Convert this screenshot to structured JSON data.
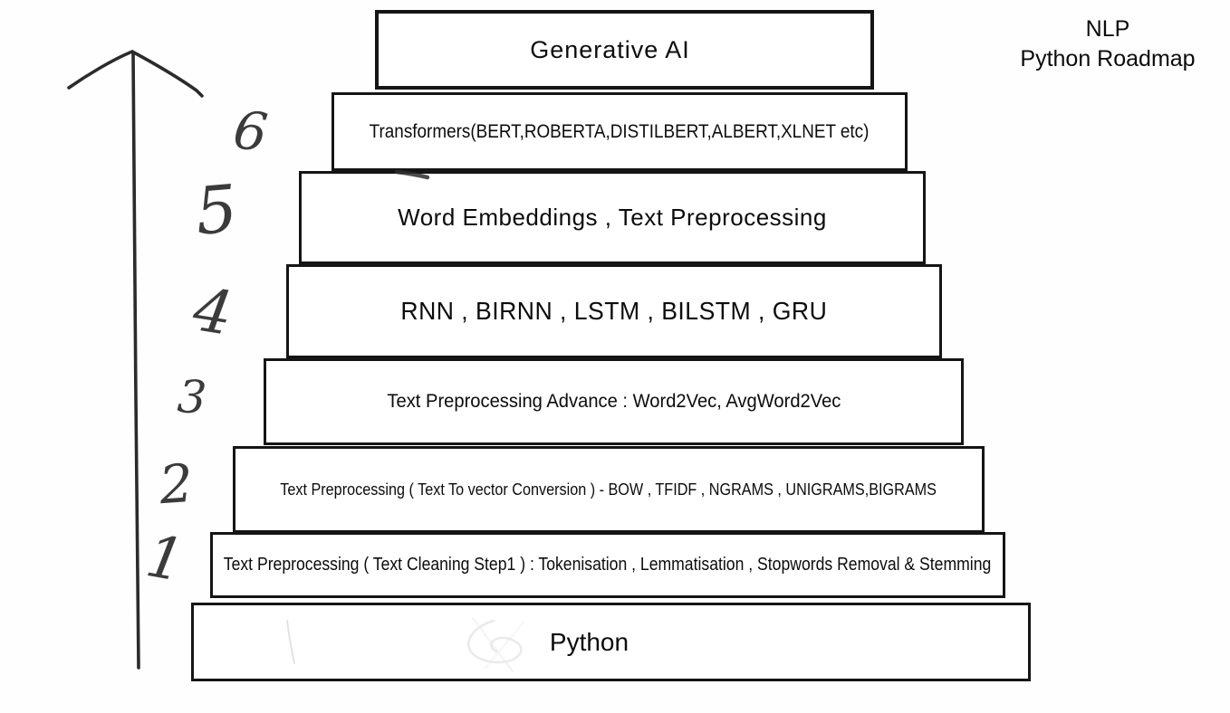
{
  "title": {
    "line1": "NLP",
    "line2": "Python Roadmap"
  },
  "pyramid": {
    "levels": [
      {
        "id": "generative-ai",
        "number": "",
        "label": "Generative AI"
      },
      {
        "id": "transformers",
        "number": "6",
        "label": "Transformers(BERT,ROBERTA,DISTILBERT,ALBERT,XLNET etc)"
      },
      {
        "id": "word-embeddings",
        "number": "5",
        "label": "Word Embeddings , Text Preprocessing"
      },
      {
        "id": "rnn-family",
        "number": "4",
        "label": "RNN , BIRNN , LSTM , BILSTM , GRU"
      },
      {
        "id": "text-preprocessing-advance",
        "number": "3",
        "label": "Text Preprocessing Advance : Word2Vec, AvgWord2Vec"
      },
      {
        "id": "text-to-vector",
        "number": "2",
        "label": "Text Preprocessing ( Text To vector Conversion ) - BOW , TFIDF , NGRAMS , UNIGRAMS,BIGRAMS"
      },
      {
        "id": "text-cleaning",
        "number": "1",
        "label": "Text Preprocessing ( Text Cleaning Step1 ) : Tokenisation , Lemmatisation , Stopwords Removal & Stemming"
      },
      {
        "id": "python",
        "number": "",
        "label": "Python"
      }
    ]
  },
  "axis": {
    "direction": "up",
    "numbers": [
      "1",
      "2",
      "3",
      "4",
      "5",
      "6"
    ]
  },
  "icons": {
    "up_arrow": "hand-drawn-up-arrow",
    "marker_dash": "hand-drawn-dash",
    "watermark": "faint-scribble"
  },
  "colors": {
    "background": "#fefefe",
    "box_fill": "#ffffff",
    "box_border": "#151515",
    "text_ink": "#0c0c0c",
    "hand_ink": "#3b3b3b"
  }
}
